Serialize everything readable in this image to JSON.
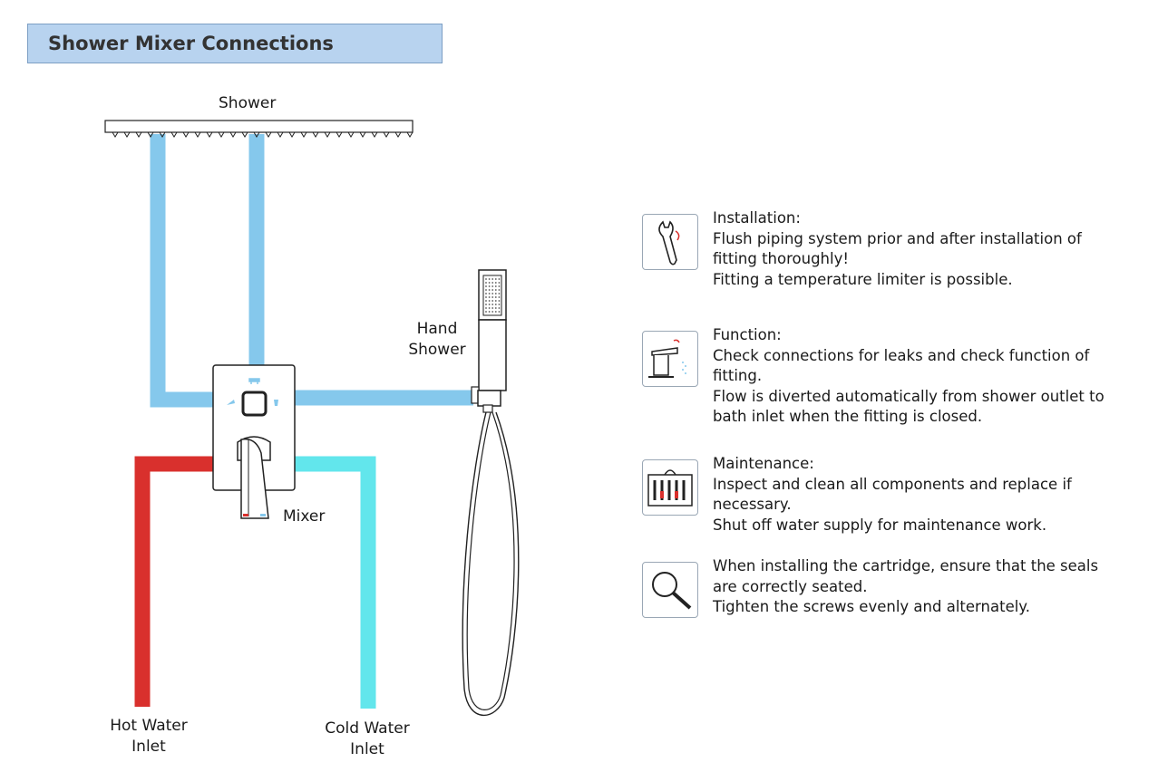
{
  "title": "Shower Mixer Connections",
  "labels": {
    "shower": "Shower",
    "hand_shower_line1": "Hand",
    "hand_shower_line2": "Shower",
    "mixer": "Mixer",
    "hot_line1": "Hot Water",
    "hot_line2": "Inlet",
    "cold_line1": "Cold Water",
    "cold_line2": "Inlet"
  },
  "colors": {
    "shower_pipe": "#85c8ec",
    "hot_pipe": "#d9302d",
    "cold_pipe": "#62e6ec",
    "title_bg": "#b8d3ef"
  },
  "notes": [
    {
      "icon": "wrench-icon",
      "lines": [
        "Installation:",
        "Flush piping system prior and after installation of",
        "fitting thoroughly!",
        "Fitting a temperature limiter is possible."
      ]
    },
    {
      "icon": "faucet-icon",
      "lines": [
        "Function:",
        "Check connections for leaks and check function of",
        "fitting.",
        "Flow is diverted automatically from shower outlet to",
        "bath inlet when the fitting is closed."
      ]
    },
    {
      "icon": "tools-icon",
      "lines": [
        "Maintenance:",
        "Inspect and clean all components and replace if",
        "necessary.",
        "Shut off water supply for maintenance work."
      ]
    },
    {
      "icon": "magnifier-icon",
      "lines": [
        "When installing the cartridge, ensure that the seals",
        "are correctly seated.",
        "Tighten the screws evenly and alternately."
      ]
    }
  ]
}
